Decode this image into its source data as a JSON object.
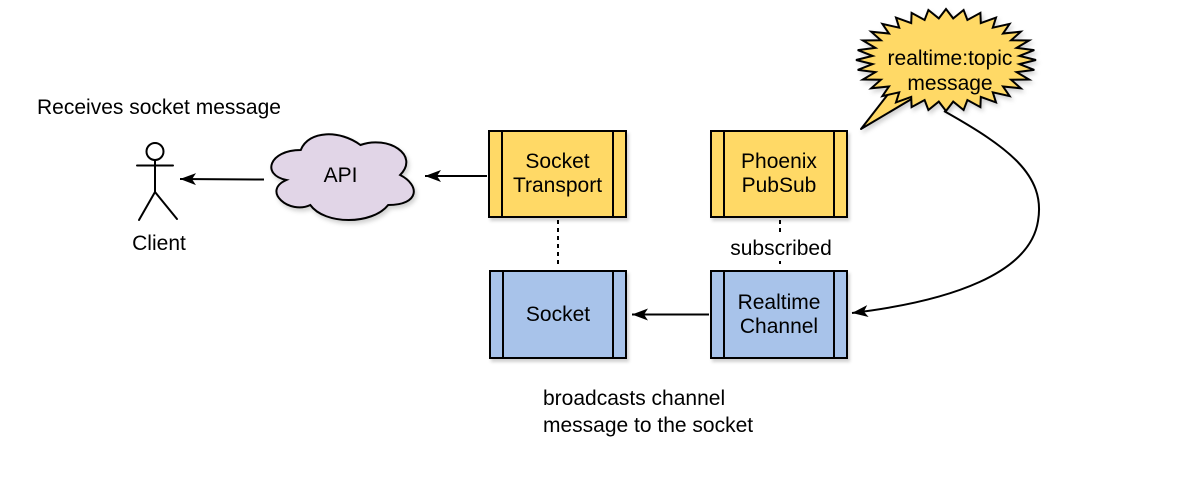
{
  "colors": {
    "yellow": "#FFD966",
    "blue": "#A8C3EA",
    "purple": "#E1D5E7",
    "stroke": "#000000",
    "background": "#FFFFFF"
  },
  "actor": {
    "caption": "Receives socket message",
    "name": "Client"
  },
  "cloud": {
    "label": "API"
  },
  "components": {
    "socket_transport": {
      "line1": "Socket",
      "line2": "Transport"
    },
    "phoenix_pubsub": {
      "line1": "Phoenix",
      "line2": "PubSub"
    },
    "socket": {
      "label": "Socket"
    },
    "realtime_channel": {
      "line1": "Realtime",
      "line2": "Channel"
    }
  },
  "edges": {
    "subscribed_label": "subscribed",
    "broadcast_caption_line1": "broadcasts channel",
    "broadcast_caption_line2": "message to the socket"
  },
  "burst": {
    "line1": "realtime:topic",
    "line2": "message"
  }
}
